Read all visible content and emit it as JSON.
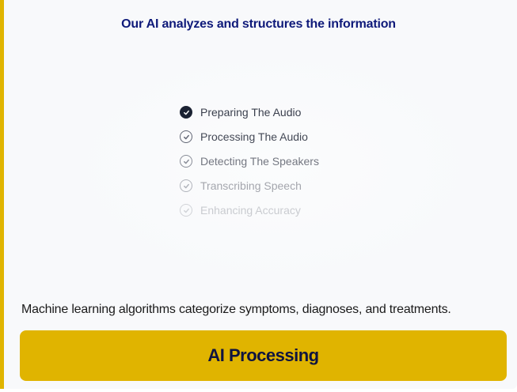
{
  "heading": "Our AI analyzes and structures the information",
  "steps": [
    {
      "label": "Preparing The Audio",
      "state": "done",
      "opacity": 1
    },
    {
      "label": "Processing The Audio",
      "state": "pending",
      "opacity": 0.95
    },
    {
      "label": "Detecting The Speakers",
      "state": "pending",
      "opacity": 0.7
    },
    {
      "label": "Transcribing Speech",
      "state": "pending",
      "opacity": 0.45
    },
    {
      "label": "Enhancing Accuracy",
      "state": "pending",
      "opacity": 0.25
    }
  ],
  "description": "Machine learning algorithms categorize symptoms, diagnoses, and treatments.",
  "button_label": "AI Processing",
  "colors": {
    "accent": "#e0b400",
    "heading": "#0f1a7a",
    "button_text": "#0f1440"
  }
}
